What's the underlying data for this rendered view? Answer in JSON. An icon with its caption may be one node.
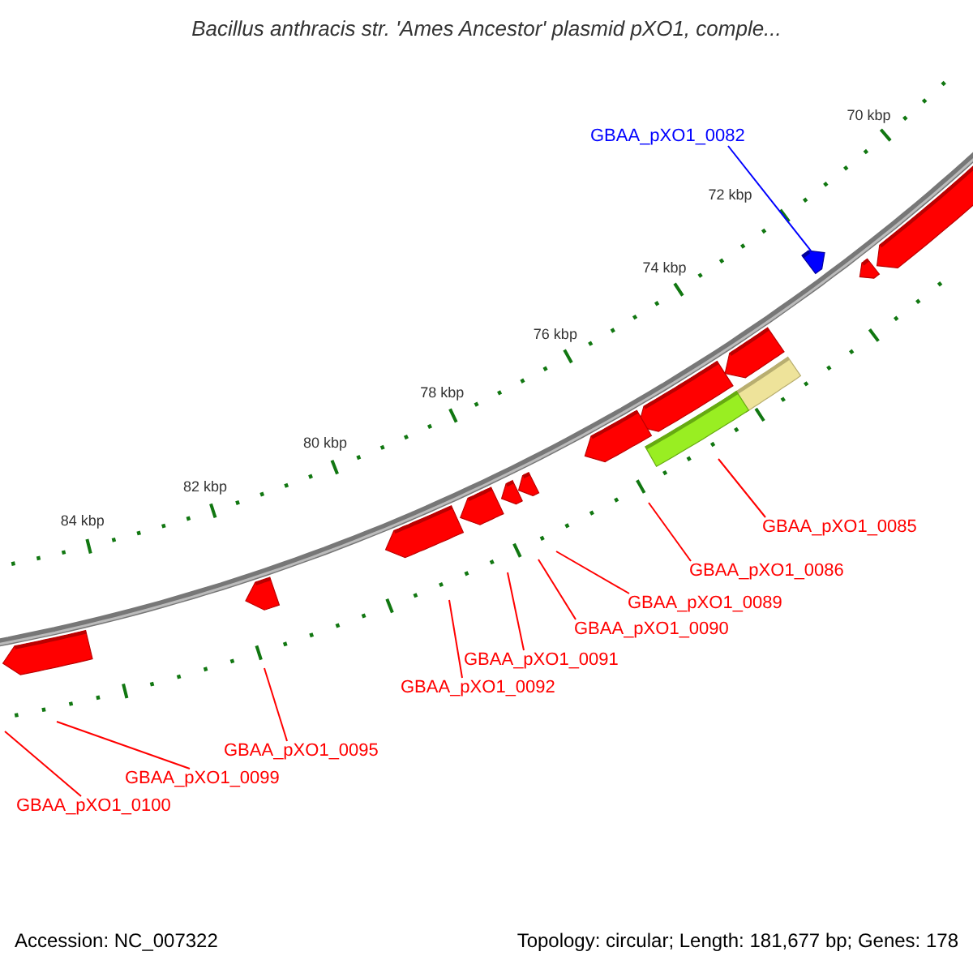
{
  "diagram": {
    "title": "Bacillus anthracis str. 'Ames Ancestor' plasmid pXO1, comple...",
    "nodes": [
      {
        "text": [
          "GBAA_pXO1_0082"
        ]
      },
      {
        "text": [
          "GBAA_pXO1_0085"
        ]
      },
      {
        "text": [
          "GBAA_pXO1_0086"
        ]
      },
      {
        "text": [
          "GBAA_pXO1_0089"
        ]
      },
      {
        "text": [
          "GBAA_pXO1_0090"
        ]
      },
      {
        "text": [
          "GBAA_pXO1_0091"
        ]
      },
      {
        "text": [
          "GBAA_pXO1_0092"
        ]
      },
      {
        "text": [
          "GBAA_pXO1_0095"
        ]
      },
      {
        "text": [
          "GBAA_pXO1_0099"
        ]
      },
      {
        "text": [
          "GBAA_pXO1_0100"
        ]
      },
      {
        "text": [],
        "shape": "arrow"
      }
    ],
    "edges": [
      {
        "from": 0,
        "to": 10,
        "arrow": "none",
        "color": "#0000ff"
      },
      {
        "from": 1,
        "to": null,
        "arrow": "none"
      },
      {
        "from": 2,
        "to": null,
        "arrow": "none"
      },
      {
        "from": 3,
        "to": null,
        "arrow": "none"
      },
      {
        "from": 4,
        "to": null,
        "arrow": "none"
      },
      {
        "from": 5,
        "to": null,
        "arrow": "none"
      },
      {
        "from": 6,
        "to": null,
        "arrow": "none"
      },
      {
        "from": 7,
        "to": null,
        "arrow": "none"
      },
      {
        "from": 8,
        "to": null,
        "arrow": "none"
      },
      {
        "from": 9,
        "to": null,
        "arrow": "none"
      }
    ],
    "labels": [
      "70 kbp",
      "72 kbp",
      "74 kbp",
      "76 kbp",
      "78 kbp",
      "80 kbp",
      "82 kbp",
      "84 kbp",
      "Accession: NC_007322",
      "Topology: circular; Length: 181,677 bp; Genes: 178"
    ]
  }
}
